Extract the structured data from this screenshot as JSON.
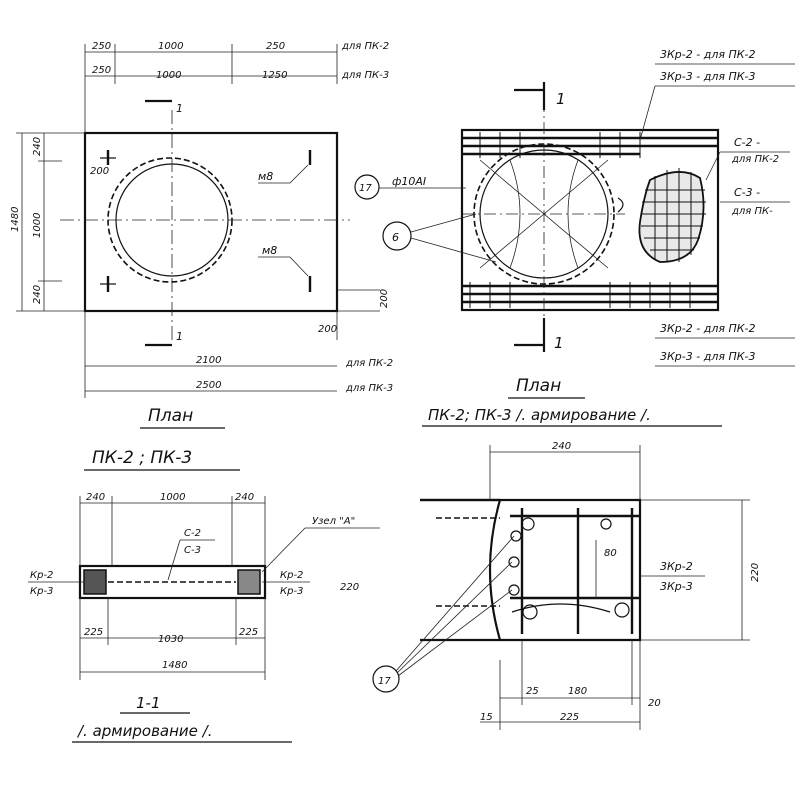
{
  "plan_left": {
    "dim_top1": [
      "250",
      "1000",
      "250"
    ],
    "dim_top1_note": "для ПК-2",
    "dim_top2": [
      "250",
      "1000",
      "1250"
    ],
    "dim_top2_note": "для ПК-3",
    "dim_left": [
      "1480",
      "240",
      "1000",
      "240"
    ],
    "dim_bottom1": "2100",
    "dim_bottom1_note": "для ПК-2",
    "dim_bottom2": "2500",
    "dim_bottom2_note": "для ПК-3",
    "corner_200_a": "200",
    "corner_200_b": "200",
    "corner_200_c": "200",
    "label_m8_top": "м8",
    "label_m8_bottom": "м8",
    "section_mark_top": "1",
    "section_mark_bottom": "1",
    "title": "План",
    "subtitle": "ПК-2 ; ПК-3"
  },
  "plan_right": {
    "notes_top": [
      "3Кр-2 - для ПК-2",
      "3Кр-3 - для ПК-3"
    ],
    "notes_bottom": [
      "3Кр-2 - для ПК-2",
      "3Кр-3 - для ПК-3"
    ],
    "notes_side": [
      "С-2 -",
      "для ПК-2",
      "С-3 -",
      "для ПК-"
    ],
    "bubble_17": "17",
    "bar_spec": "ф10АI",
    "bubble_6": "6",
    "section_mark_top": "1",
    "section_mark_bottom": "1",
    "title": "План",
    "subtitle": "ПК-2; ПК-3 /. армирование /."
  },
  "section": {
    "dim_top": [
      "240",
      "1000",
      "240"
    ],
    "labels": [
      "С-2",
      "С-3"
    ],
    "node": "Узел \"А\"",
    "left_labels": [
      "Кр-2",
      "Кр-3"
    ],
    "right_labels": [
      "Кр-2",
      "Кр-3"
    ],
    "height": "220",
    "dim_bottom": [
      "225",
      "1030",
      "225"
    ],
    "dim_total": "1480",
    "title": "1-1",
    "subtitle": "/. армирование /."
  },
  "node": {
    "dim_top": "240",
    "dim_right": "220",
    "dim_inner": "80",
    "labels": [
      "3Кр-2",
      "3Кр-3"
    ],
    "bubble_17": "17",
    "dim_bottom": [
      "25",
      "180",
      "20"
    ],
    "dim_bottom2": [
      "15",
      "225"
    ]
  }
}
